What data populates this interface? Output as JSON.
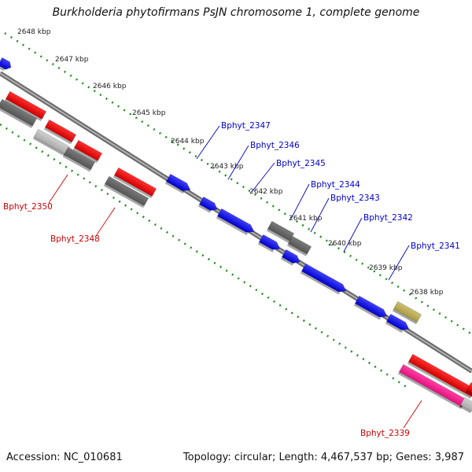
{
  "title": "Burkholderia phytofirmans PsJN chromosome 1, complete genome",
  "accession": "Accession: NC_010681",
  "summary": "Topology: circular; Length: 4,467,537 bp; Genes: 3,987",
  "scale_labels": [
    "2648 kbp",
    "2647 kbp",
    "2646 kbp",
    "2645 kbp",
    "2644 kbp",
    "2643 kbp",
    "2642 kbp",
    "2641 kbp",
    "2640 kbp",
    "2639 kbp",
    "2638 kbp"
  ],
  "gene_labels": {
    "plus": [
      "Bphyt_2347",
      "Bphyt_2346",
      "Bphyt_2345",
      "Bphyt_2344",
      "Bphyt_2343",
      "Bphyt_2342",
      "Bphyt_2341"
    ],
    "minus": [
      "Bphyt_2350",
      "Bphyt_2348",
      "Bphyt_2339"
    ]
  },
  "colors": {
    "plus_strand_gene": "#1010e0",
    "minus_strand_gene": "#ee1111",
    "pseudo_gene": "#ee1188",
    "other_feature": "#b5a855",
    "cds_grey": "#666666",
    "backbone": "#8a8a8a",
    "scale_ticks": "#228B22",
    "plus_label": "#0000cc",
    "minus_label": "#cc0000"
  }
}
